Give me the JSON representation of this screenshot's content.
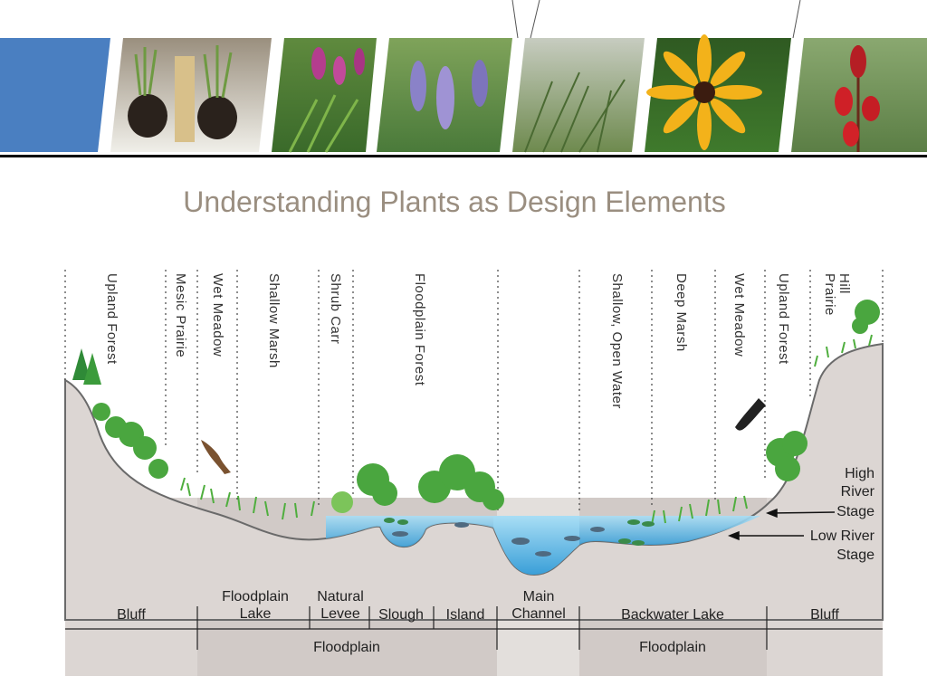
{
  "slide": {
    "title": "Understanding Plants as Design Elements"
  },
  "banner": {
    "photos": [
      {
        "name": "potted-root-plugs-photo"
      },
      {
        "name": "blazing-star-photo"
      },
      {
        "name": "lupine-photo"
      },
      {
        "name": "prairie-grass-photo"
      },
      {
        "name": "black-eyed-susan-photo"
      },
      {
        "name": "cardinal-flower-photo"
      }
    ],
    "colors": {
      "accent": "#4a7fc1",
      "rule": "#000000"
    }
  },
  "diagram": {
    "zones": [
      "Upland Forest",
      "Mesic Prairie",
      "Wet Meadow",
      "Shallow Marsh",
      "Shrub Carr",
      "Floodplain Forest",
      "Shallow, Open Water",
      "Deep Marsh",
      "Wet Meadow",
      "Upland Forest",
      "Hill",
      "Prairie"
    ],
    "stage_labels": {
      "high": [
        "High",
        "River",
        "Stage"
      ],
      "low": [
        "Low River",
        "Stage"
      ]
    },
    "bottom_labels": {
      "bluff_left": "Bluff",
      "floodplain_lake": [
        "Floodplain",
        "Lake"
      ],
      "natural_levee": [
        "Natural",
        "Levee"
      ],
      "slough": "Slough",
      "island": "Island",
      "main_channel": [
        "Main",
        "Channel"
      ],
      "backwater_lake": "Backwater Lake",
      "bluff_right": "Bluff",
      "floodplain_left": "Floodplain",
      "floodplain_right": "Floodplain"
    },
    "colors": {
      "ground": "#dcd6d3",
      "ground_dark": "#d1cac7",
      "water": "#9fd7f2",
      "water_deep": "#3ba3dc",
      "grass": "#4fae3e",
      "tree": "#4aa63f",
      "tree_dark": "#2f8a37"
    }
  }
}
